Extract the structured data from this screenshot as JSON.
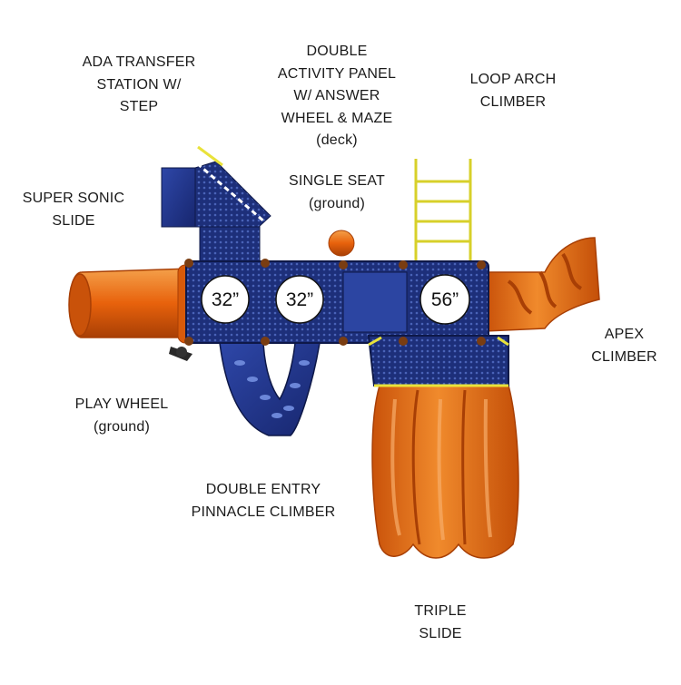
{
  "labels": {
    "ada": [
      "ADA TRANSFER",
      "STATION W/",
      "STEP"
    ],
    "double_activity": [
      "DOUBLE",
      "ACTIVITY PANEL",
      "W/ ANSWER",
      "WHEEL & MAZE",
      "(deck)"
    ],
    "loop_arch": [
      "LOOP ARCH",
      "CLIMBER"
    ],
    "super_sonic": [
      "SUPER SONIC",
      "SLIDE"
    ],
    "single_seat": [
      "SINGLE SEAT",
      "(ground)"
    ],
    "apex": [
      "APEX",
      "CLIMBER"
    ],
    "play_wheel": [
      "PLAY WHEEL",
      "(ground)"
    ],
    "double_entry": [
      "DOUBLE ENTRY",
      "PINNACLE CLIMBER"
    ],
    "triple_slide": [
      "TRIPLE",
      "SLIDE"
    ]
  },
  "deck_heights": [
    "32”",
    "32”",
    "56”"
  ],
  "colors": {
    "orange": "#e8620c",
    "orange_dark": "#b84706",
    "blue": "#22378c",
    "blue_dark": "#141f5a",
    "yellow": "#e9e23a",
    "post": "#7a3d12"
  }
}
